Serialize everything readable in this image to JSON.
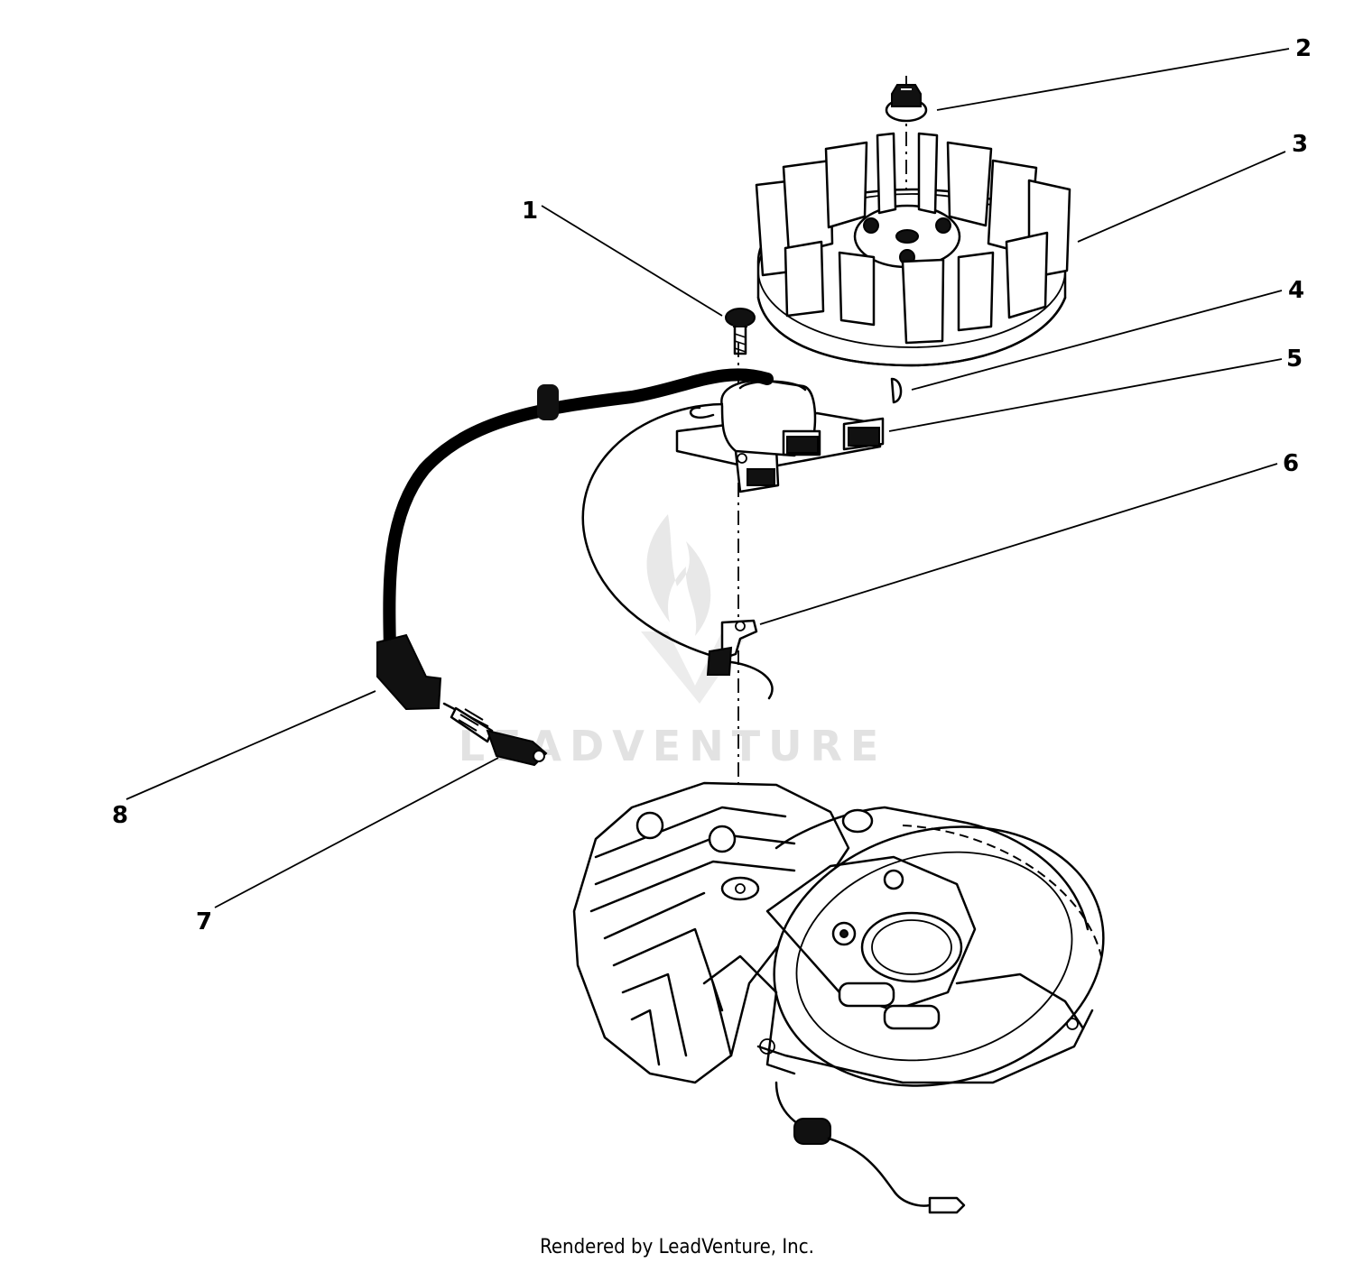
{
  "callouts": [
    {
      "id": "1",
      "text": "1"
    },
    {
      "id": "2",
      "text": "2"
    },
    {
      "id": "3",
      "text": "3"
    },
    {
      "id": "4",
      "text": "4"
    },
    {
      "id": "5",
      "text": "5"
    },
    {
      "id": "6",
      "text": "6"
    },
    {
      "id": "7",
      "text": "7"
    },
    {
      "id": "8",
      "text": "8"
    }
  ],
  "watermark": "LEADVENTURE",
  "credit": "Rendered by LeadVenture, Inc."
}
